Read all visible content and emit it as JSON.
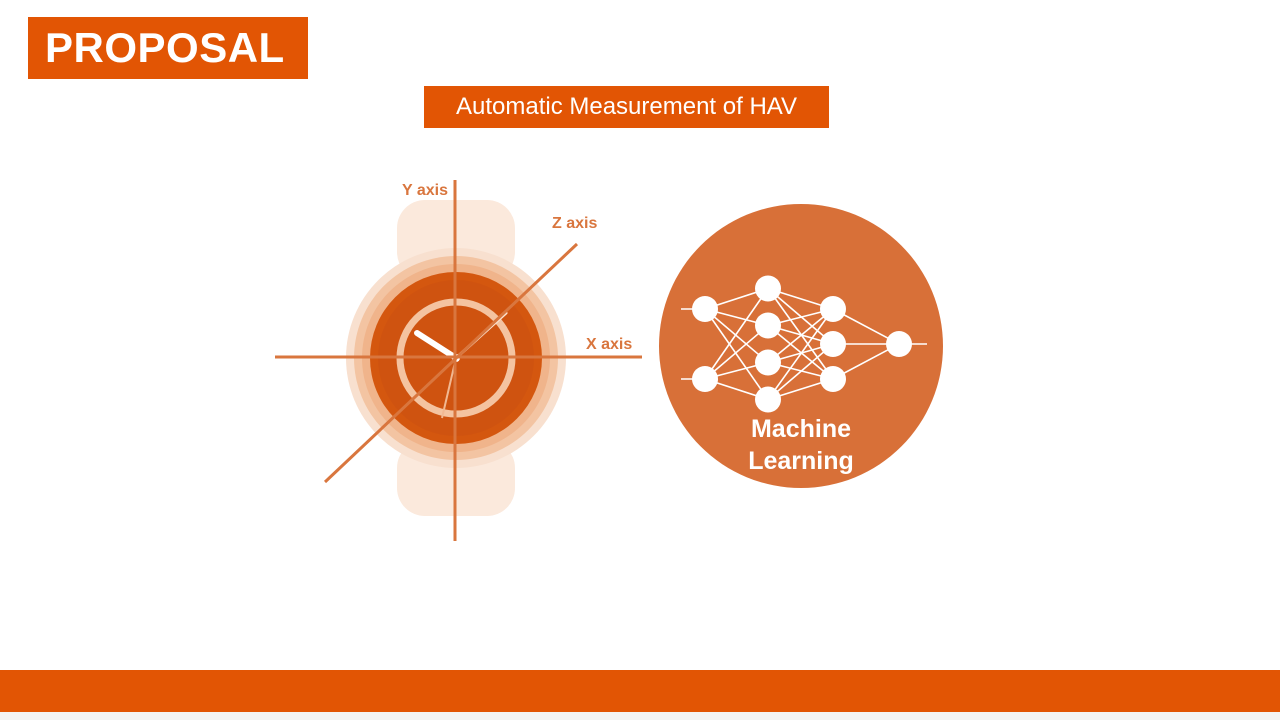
{
  "slide": {
    "title": "PROPOSAL",
    "subtitle": "Automatic Measurement of HAV"
  },
  "diagram": {
    "axes": {
      "y_label": "Y axis",
      "z_label": "Z axis",
      "x_label": "X axis"
    },
    "watch_icon": "smartwatch-icon",
    "ml_icon": "neural-network-icon",
    "ml_label_line1": "Machine",
    "ml_label_line2": "Learning",
    "network_layers": [
      2,
      4,
      3,
      1
    ]
  },
  "colors": {
    "accent": "#e25504",
    "axis": "#d9763e",
    "watch_light": "#f6d9c6",
    "watch_mid": "#f1b892",
    "watch_face": "#d4570f",
    "ml_circle": "#d87038"
  }
}
